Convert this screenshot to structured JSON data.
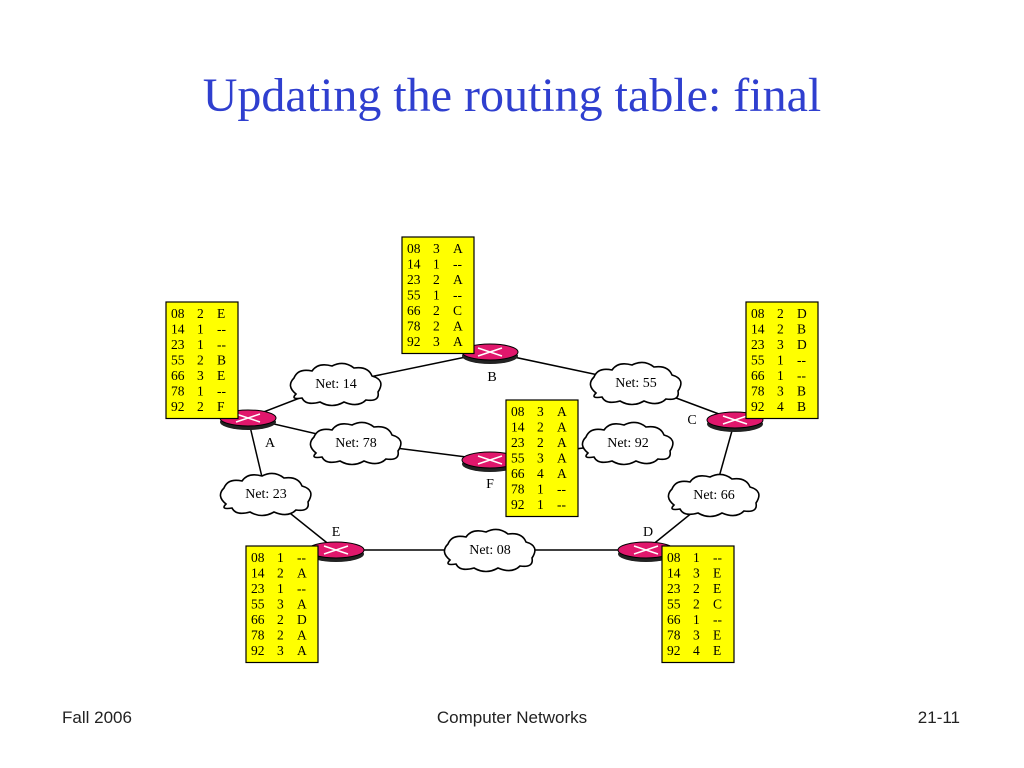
{
  "title": "Updating the routing table: final",
  "footer": {
    "left": "Fall 2006",
    "center": "Computer Networks",
    "right": "21-11"
  },
  "colors": {
    "title": "#2f3fcf",
    "table_bg": "#ffff00",
    "router": "#e0176c"
  },
  "routers": {
    "A": {
      "label": "A",
      "table": [
        [
          "08",
          "2",
          "E"
        ],
        [
          "14",
          "1",
          "--"
        ],
        [
          "23",
          "1",
          "--"
        ],
        [
          "55",
          "2",
          "B"
        ],
        [
          "66",
          "3",
          "E"
        ],
        [
          "78",
          "1",
          "--"
        ],
        [
          "92",
          "2",
          "F"
        ]
      ]
    },
    "B": {
      "label": "B",
      "table": [
        [
          "08",
          "3",
          "A"
        ],
        [
          "14",
          "1",
          "--"
        ],
        [
          "23",
          "2",
          "A"
        ],
        [
          "55",
          "1",
          "--"
        ],
        [
          "66",
          "2",
          "C"
        ],
        [
          "78",
          "2",
          "A"
        ],
        [
          "92",
          "3",
          "A"
        ]
      ]
    },
    "C": {
      "label": "C",
      "table": [
        [
          "08",
          "2",
          "D"
        ],
        [
          "14",
          "2",
          "B"
        ],
        [
          "23",
          "3",
          "D"
        ],
        [
          "55",
          "1",
          "--"
        ],
        [
          "66",
          "1",
          "--"
        ],
        [
          "78",
          "3",
          "B"
        ],
        [
          "92",
          "4",
          "B"
        ]
      ]
    },
    "D": {
      "label": "D",
      "table": [
        [
          "08",
          "1",
          "--"
        ],
        [
          "14",
          "3",
          "E"
        ],
        [
          "23",
          "2",
          "E"
        ],
        [
          "55",
          "2",
          "C"
        ],
        [
          "66",
          "1",
          "--"
        ],
        [
          "78",
          "3",
          "E"
        ],
        [
          "92",
          "4",
          "E"
        ]
      ]
    },
    "E": {
      "label": "E",
      "table": [
        [
          "08",
          "1",
          "--"
        ],
        [
          "14",
          "2",
          "A"
        ],
        [
          "23",
          "1",
          "--"
        ],
        [
          "55",
          "3",
          "A"
        ],
        [
          "66",
          "2",
          "D"
        ],
        [
          "78",
          "2",
          "A"
        ],
        [
          "92",
          "3",
          "A"
        ]
      ]
    },
    "F": {
      "label": "F",
      "table": [
        [
          "08",
          "3",
          "A"
        ],
        [
          "14",
          "2",
          "A"
        ],
        [
          "23",
          "2",
          "A"
        ],
        [
          "55",
          "3",
          "A"
        ],
        [
          "66",
          "4",
          "A"
        ],
        [
          "78",
          "1",
          "--"
        ],
        [
          "92",
          "1",
          "--"
        ]
      ]
    }
  },
  "nets": {
    "n14": "Net: 14",
    "n55": "Net: 55",
    "n78": "Net: 78",
    "n92": "Net: 92",
    "n23": "Net: 23",
    "n66": "Net: 66",
    "n08": "Net: 08"
  }
}
